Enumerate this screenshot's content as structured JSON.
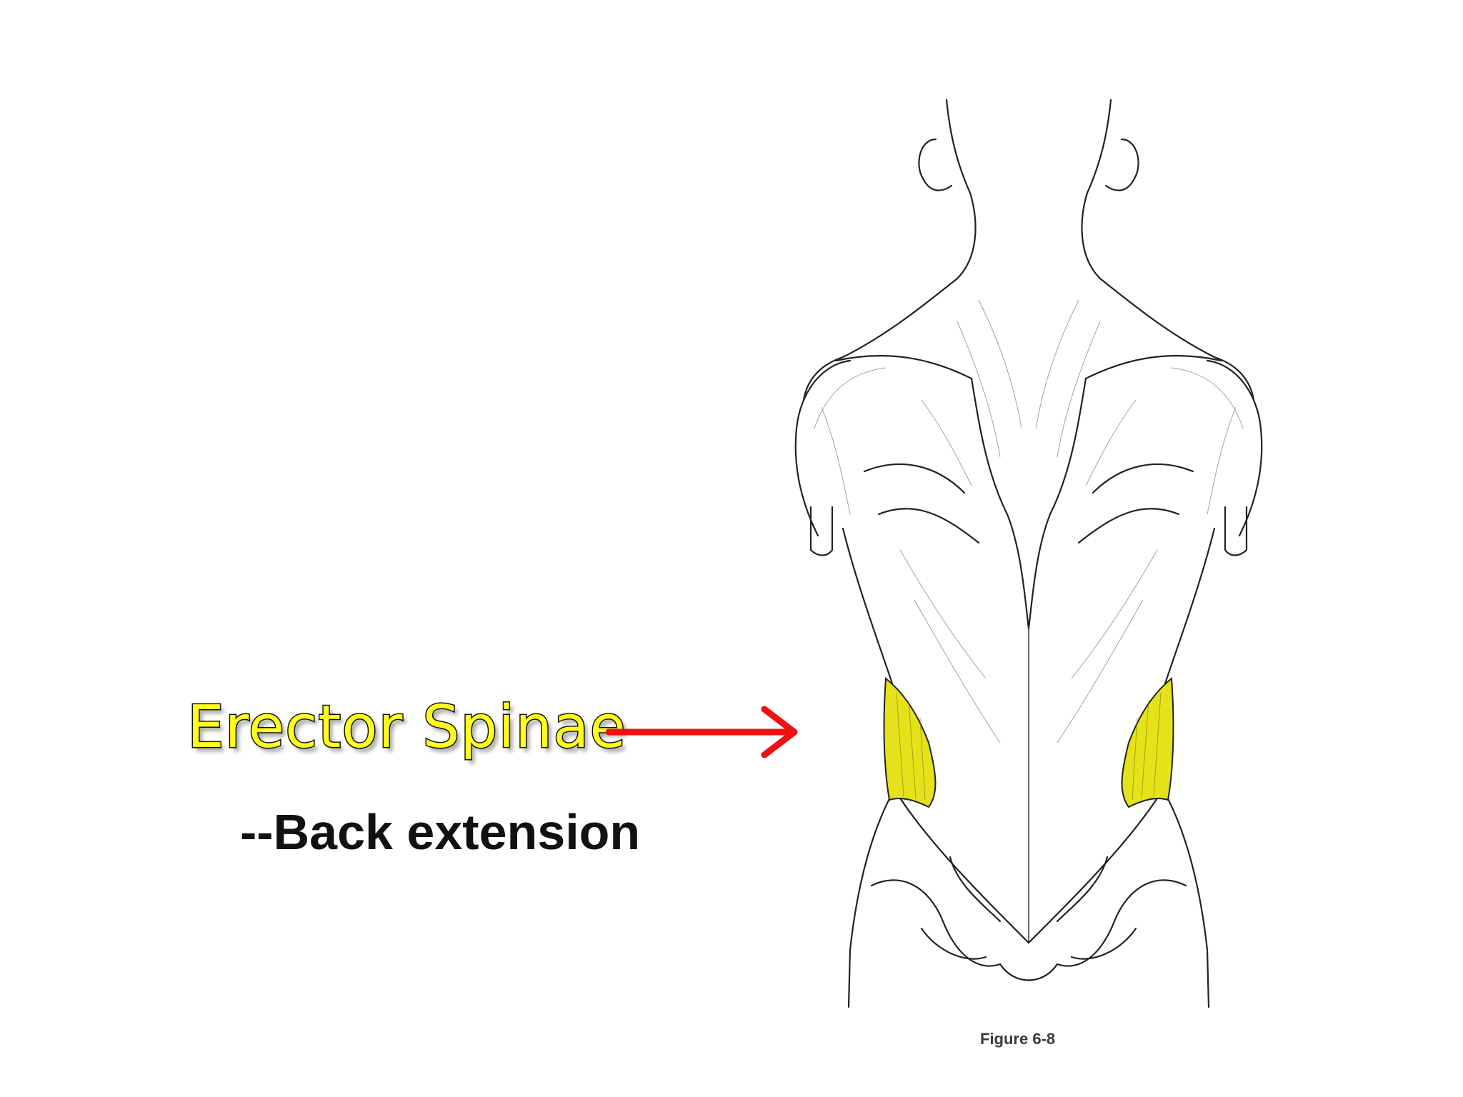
{
  "slide": {
    "muscle_name": "Erector Spinae",
    "function": "--Back extension",
    "figure_caption": "Figure 6-8"
  },
  "colors": {
    "title_fill": "#ffff1a",
    "title_stroke": "#141414",
    "arrow": "#ee1111",
    "highlight": "#e6e21a",
    "ink": "#222222"
  },
  "icons": {
    "arrow": "arrow-right-icon",
    "illustration": "back-muscles-illustration"
  }
}
